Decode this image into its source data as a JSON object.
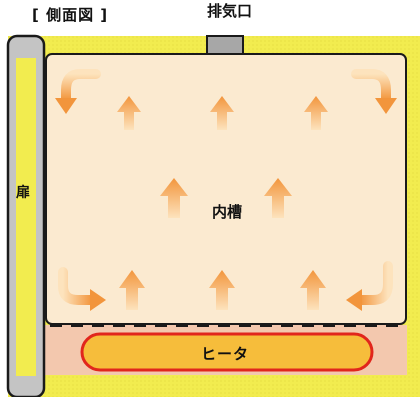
{
  "labels": {
    "side_view": "[ 側面図 ]",
    "exhaust": "排気口",
    "door": "扉",
    "inner_chamber": "内槽",
    "heater": "ヒータ"
  },
  "colors": {
    "outer_wall": "#f2ec4f",
    "chamber_fill": "#fbead0",
    "heater_zone": "#f3c8ae",
    "heater_fill": "#f6bd3b",
    "heater_border": "#e1261c",
    "door_fill": "#c4c4c4",
    "exhaust_fill": "#a7a7a7",
    "arrow_light": "#fde3bd",
    "arrow_dark": "#f2953c",
    "outline": "#1a1a1a"
  },
  "icons": {
    "up_arrow": "up-arrow-icon",
    "corner_arrow": "curved-arrow-icon"
  }
}
